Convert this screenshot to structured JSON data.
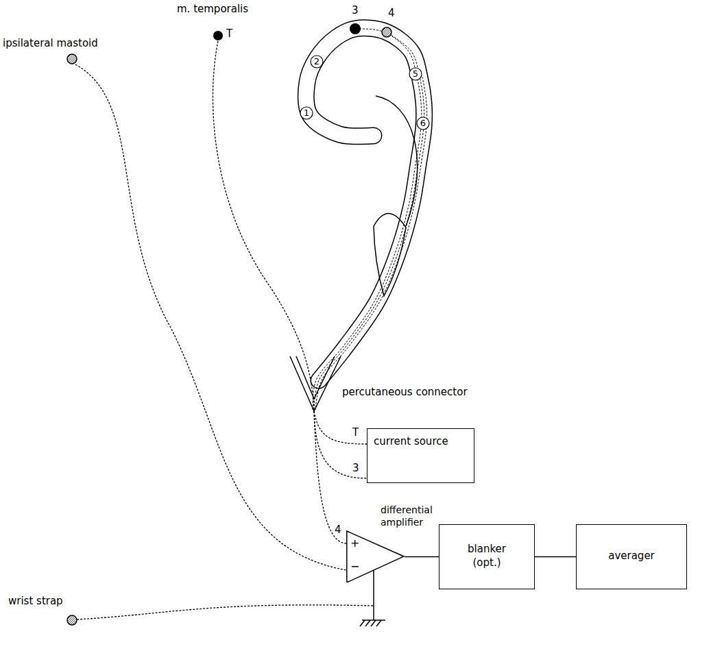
{
  "diagram": {
    "nodes": [
      {
        "text": [
          "current source"
        ]
      },
      {
        "text": [
          "differential amplifier",
          "+",
          "−"
        ]
      },
      {
        "text": [
          "blanker (opt.)"
        ]
      },
      {
        "text": [
          "averager"
        ]
      }
    ],
    "edges": [
      {
        "from": 1,
        "to": 2,
        "arrow": "none"
      },
      {
        "from": 2,
        "to": 3,
        "arrow": "none"
      }
    ],
    "labels": [
      "m. temporalis",
      "T",
      "3",
      "4",
      "1",
      "2",
      "5",
      "6",
      "ipsilateral mastoid",
      "percutaneous connector",
      "T",
      "3",
      "4",
      "wrist strap"
    ]
  }
}
